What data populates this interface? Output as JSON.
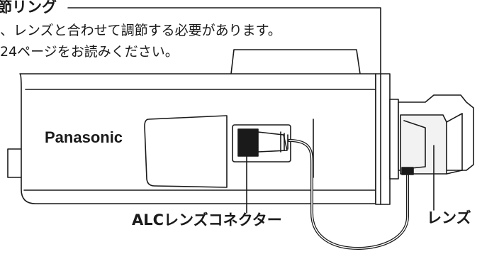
{
  "labels": {
    "focus_ring_title": "節リング",
    "focus_ring_line1": "、レンズと合わせて調節する必要があります。",
    "focus_ring_line2": "24ページをお読みください。",
    "alc_connector": "ALCレンズコネクター",
    "lens": "レンズ"
  },
  "camera": {
    "brand_logo": "Panasonic"
  },
  "colors": {
    "line": "#1a1a1a",
    "body_fill": "#ffffff",
    "dark_part": "#1a1a1a",
    "light_shade": "#f2f2f2"
  }
}
